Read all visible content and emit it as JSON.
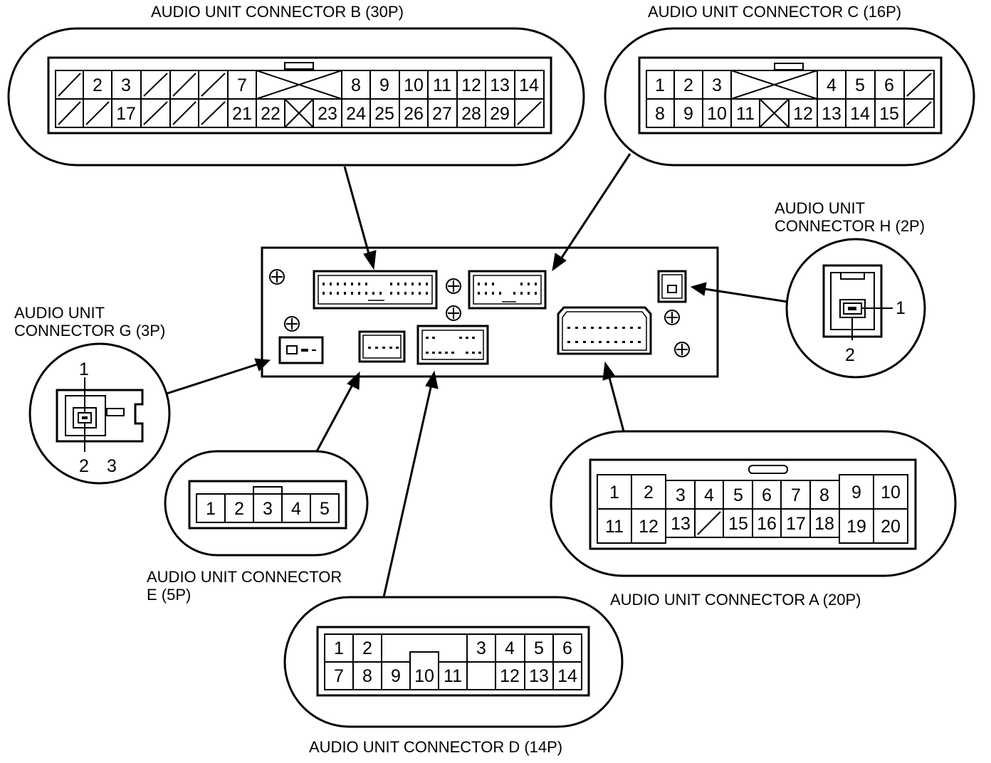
{
  "labels": {
    "connector_b": "AUDIO UNIT CONNECTOR B (30P)",
    "connector_c": "AUDIO UNIT CONNECTOR C (16P)",
    "connector_h_line1": "AUDIO UNIT",
    "connector_h_line2": "CONNECTOR H (2P)",
    "connector_g_line1": "AUDIO UNIT",
    "connector_g_line2": "CONNECTOR G (3P)",
    "connector_e_line1": "AUDIO UNIT CONNECTOR",
    "connector_e_line2": "E (5P)",
    "connector_a": "AUDIO UNIT CONNECTOR A (20P)",
    "connector_d": "AUDIO UNIT CONNECTOR D (14P)"
  },
  "pins": {
    "b_top": [
      "",
      "2",
      "3",
      "",
      "",
      "",
      "7",
      "8",
      "9",
      "10",
      "11",
      "12",
      "13",
      "14"
    ],
    "b_bottom": [
      "",
      "",
      "17",
      "",
      "",
      "",
      "21",
      "22",
      "",
      "23",
      "24",
      "25",
      "26",
      "27",
      "28",
      "29",
      ""
    ],
    "c_top": [
      "1",
      "2",
      "3",
      "4",
      "5",
      "6",
      ""
    ],
    "c_bottom": [
      "8",
      "9",
      "10",
      "11",
      "",
      "12",
      "13",
      "14",
      "15",
      ""
    ],
    "h": [
      "1",
      "2"
    ],
    "g": [
      "1",
      "2",
      "3"
    ],
    "e": [
      "1",
      "2",
      "3",
      "4",
      "5"
    ],
    "a_top": [
      "1",
      "2",
      "3",
      "4",
      "5",
      "6",
      "7",
      "8",
      "9",
      "10"
    ],
    "a_bottom": [
      "11",
      "12",
      "13",
      "",
      "15",
      "16",
      "17",
      "18",
      "19",
      "20"
    ],
    "d_top": [
      "1",
      "2",
      "3",
      "4",
      "5",
      "6"
    ],
    "d_bottom": [
      "7",
      "8",
      "9",
      "10",
      "11",
      "12",
      "13",
      "14"
    ]
  }
}
